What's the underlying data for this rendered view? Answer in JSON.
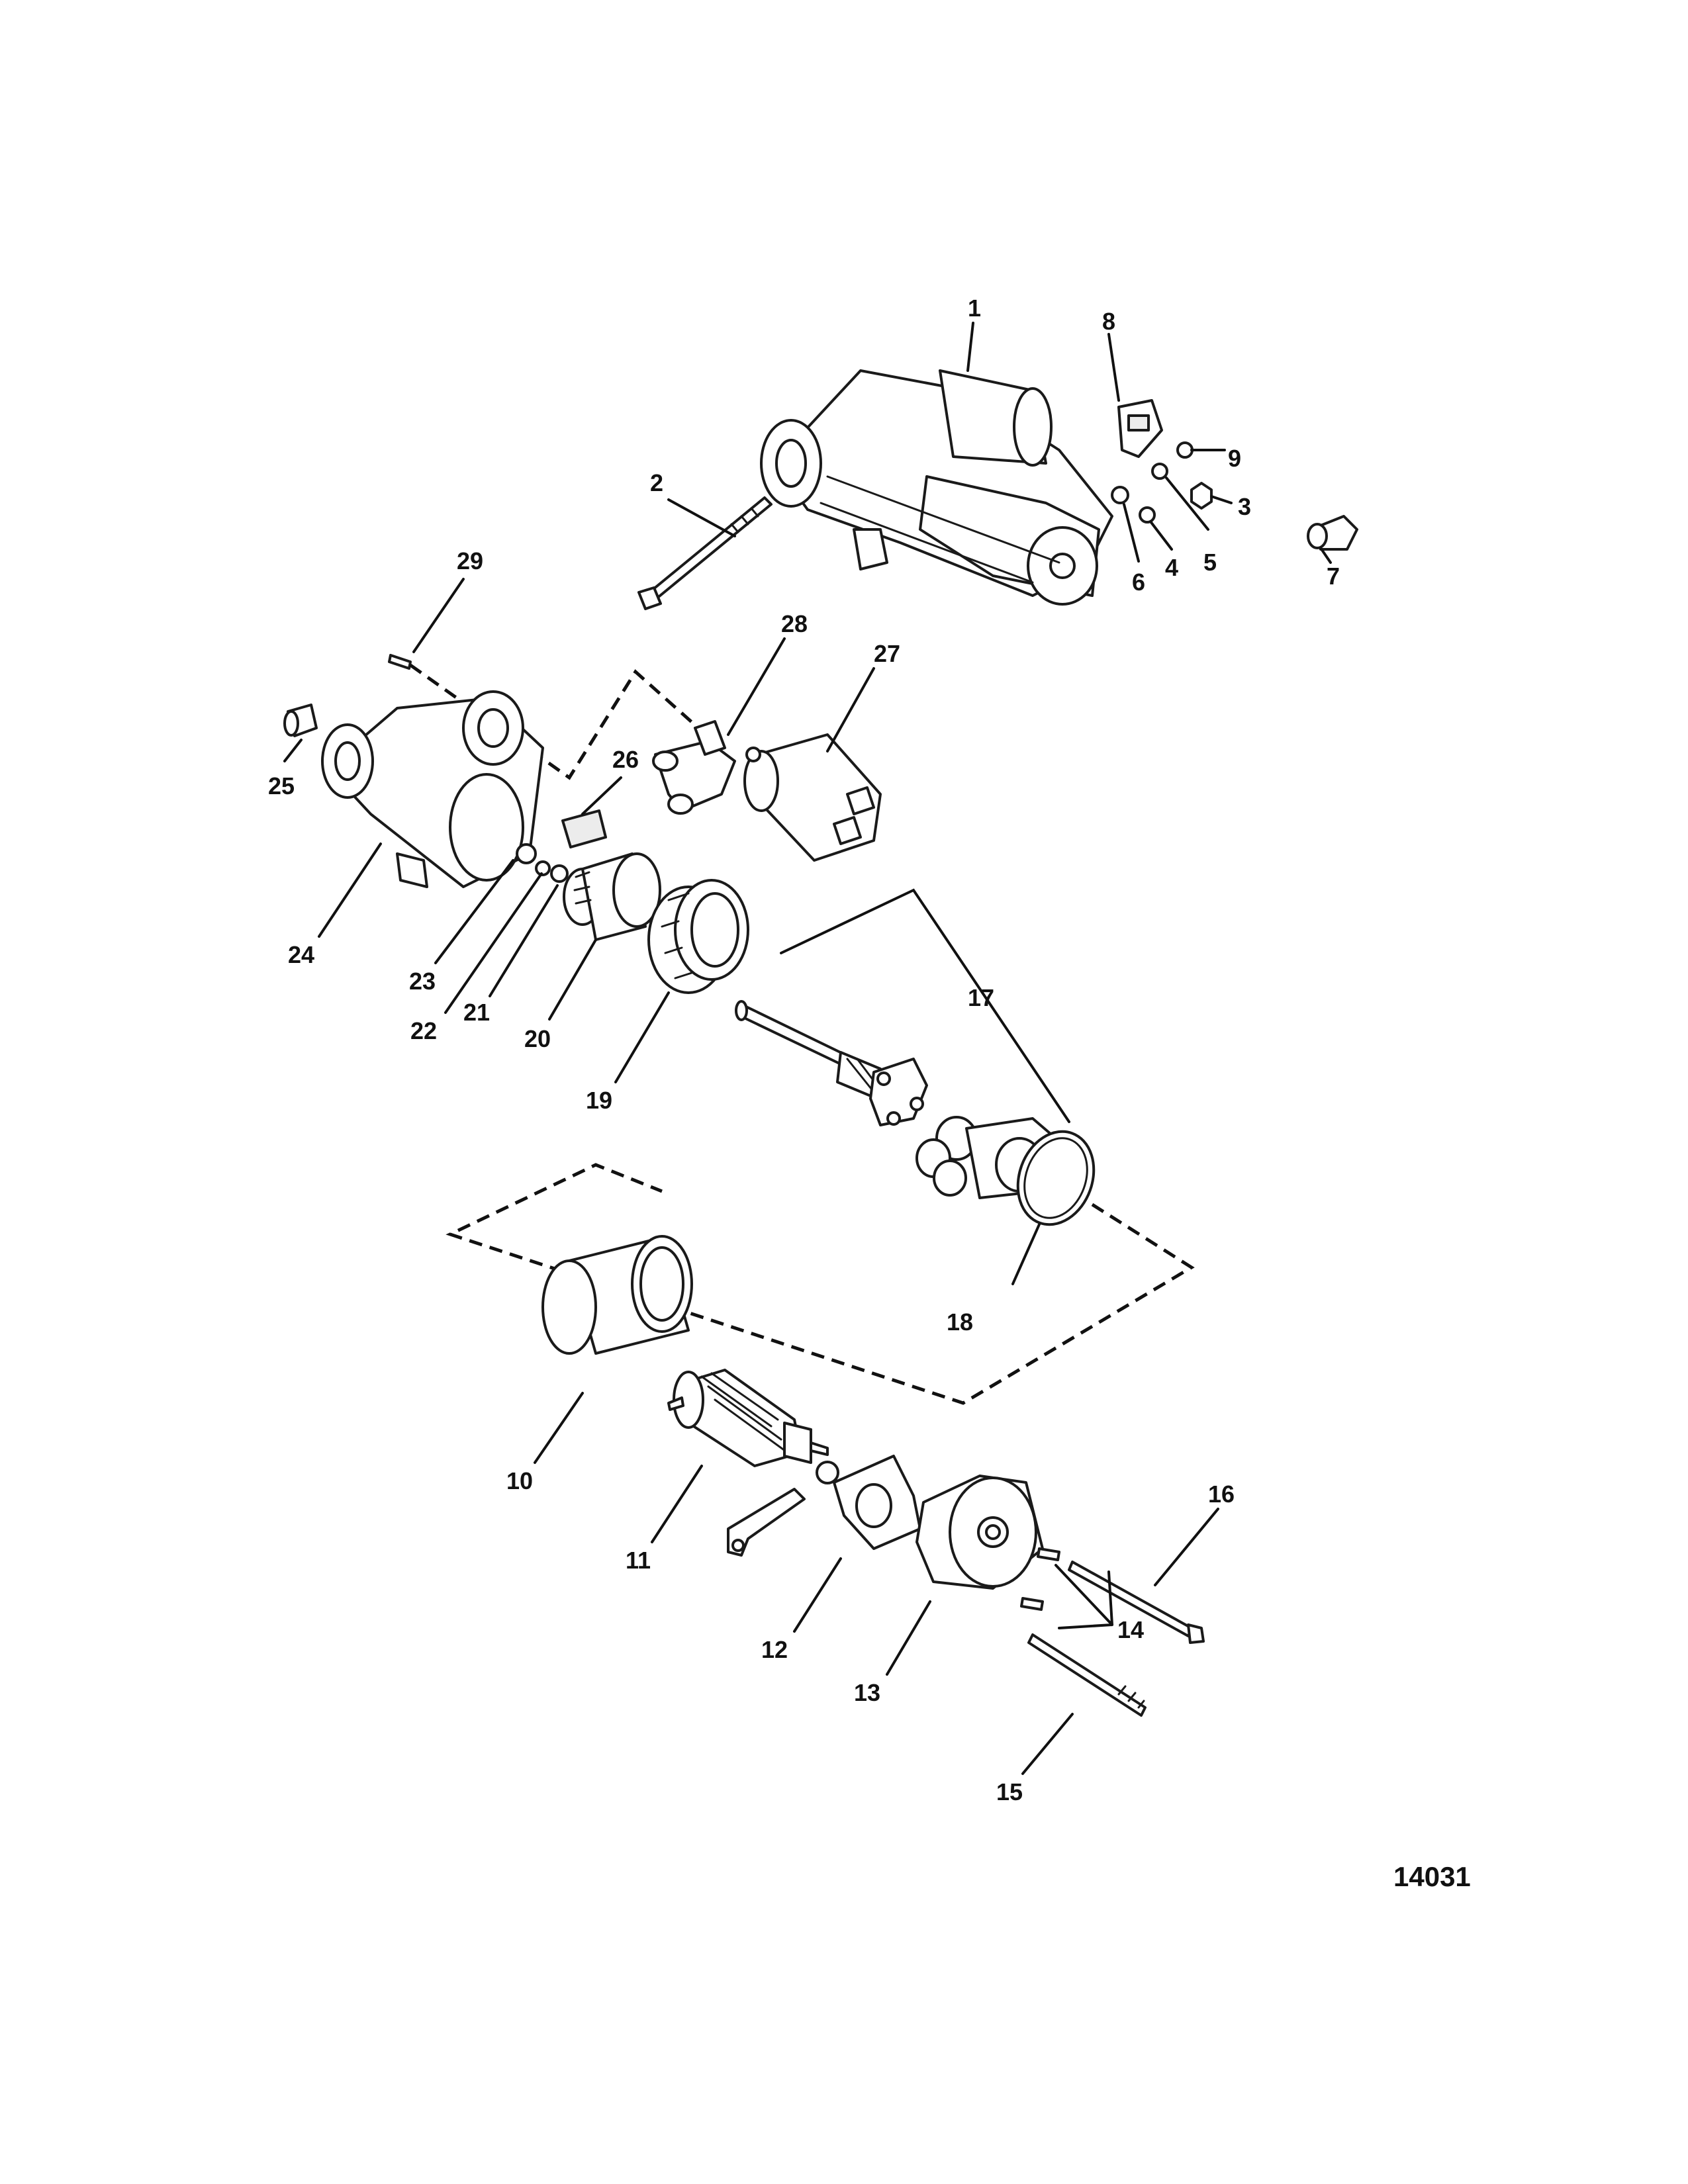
{
  "diagram": {
    "figure_number": "14031",
    "callouts": [
      "1",
      "2",
      "3",
      "4",
      "5",
      "6",
      "7",
      "8",
      "9",
      "10",
      "11",
      "12",
      "13",
      "14",
      "15",
      "16",
      "17",
      "18",
      "19",
      "20",
      "21",
      "22",
      "23",
      "24",
      "25",
      "26",
      "27",
      "28",
      "29"
    ]
  }
}
